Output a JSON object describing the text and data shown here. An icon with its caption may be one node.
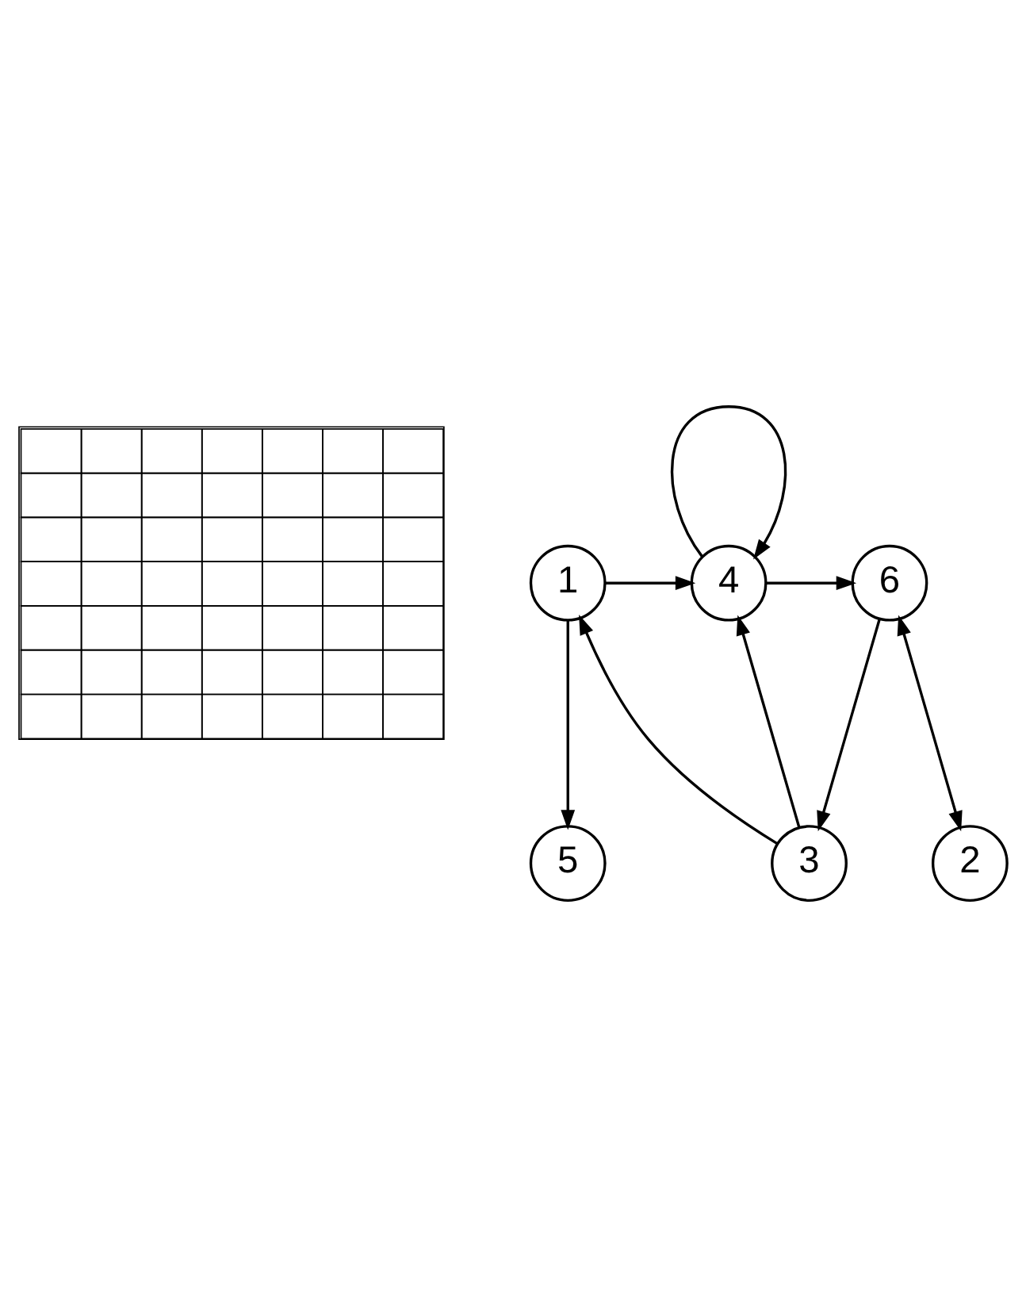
{
  "diagram": {
    "nodes": [
      {
        "text": [],
        "shape": "grid"
      },
      {
        "text": [
          "1"
        ]
      },
      {
        "text": [
          "4"
        ]
      },
      {
        "text": [
          "6"
        ]
      },
      {
        "text": [
          "5"
        ]
      },
      {
        "text": [
          "3"
        ]
      },
      {
        "text": [
          "2"
        ]
      }
    ],
    "edges": [
      {
        "from": 1,
        "to": 2,
        "arrow": "to"
      },
      {
        "from": 2,
        "to": 2,
        "arrow": "to"
      },
      {
        "from": 2,
        "to": 3,
        "arrow": "to"
      },
      {
        "from": 3,
        "to": 5,
        "arrow": "to"
      },
      {
        "from": 5,
        "to": 1,
        "arrow": "to"
      },
      {
        "from": 5,
        "to": 2,
        "arrow": "to"
      },
      {
        "from": 1,
        "to": 4,
        "arrow": "to"
      },
      {
        "from": 3,
        "to": 6,
        "arrow": "both"
      }
    ]
  }
}
